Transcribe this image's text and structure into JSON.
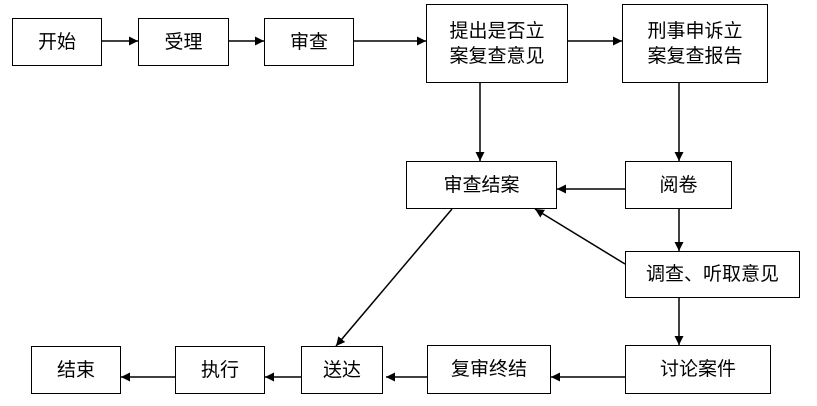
{
  "diagram": {
    "nodes": {
      "start": "开始",
      "accept": "受理",
      "review": "审查",
      "propose_opinion": "提出是否立\n案复查意见",
      "criminal_report": "刑事申诉立\n案复查报告",
      "review_close": "审查结案",
      "read_file": "阅卷",
      "investigate": "调查、听取意见",
      "discuss_case": "讨论案件",
      "recheck_conclude": "复审终结",
      "deliver": "送达",
      "execute": "执行",
      "end": "结束"
    },
    "edges": [
      [
        "start",
        "accept"
      ],
      [
        "accept",
        "review"
      ],
      [
        "review",
        "propose_opinion"
      ],
      [
        "propose_opinion",
        "criminal_report"
      ],
      [
        "propose_opinion",
        "review_close"
      ],
      [
        "criminal_report",
        "read_file"
      ],
      [
        "read_file",
        "review_close"
      ],
      [
        "read_file",
        "investigate"
      ],
      [
        "investigate",
        "review_close"
      ],
      [
        "investigate",
        "discuss_case"
      ],
      [
        "discuss_case",
        "recheck_conclude"
      ],
      [
        "recheck_conclude",
        "deliver"
      ],
      [
        "review_close",
        "deliver"
      ],
      [
        "deliver",
        "execute"
      ],
      [
        "execute",
        "end"
      ]
    ]
  }
}
